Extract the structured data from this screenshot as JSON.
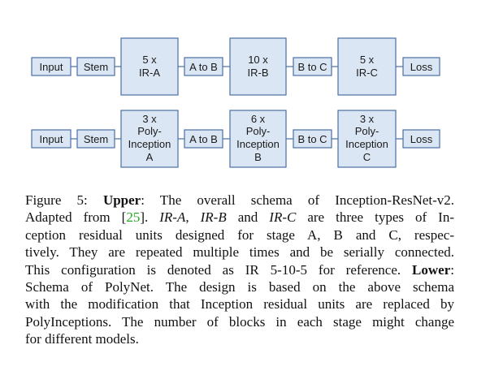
{
  "diagram": {
    "upper": {
      "input": "Input",
      "stem": "Stem",
      "stage_a": [
        "5 x",
        "IR-A"
      ],
      "a_to_b": "A to B",
      "stage_b": [
        "10 x",
        "IR-B"
      ],
      "b_to_c": "B to C",
      "stage_c": [
        "5 x",
        "IR-C"
      ],
      "loss": "Loss"
    },
    "lower": {
      "input": "Input",
      "stem": "Stem",
      "stage_a": [
        "3 x",
        "Poly-",
        "Inception",
        "A"
      ],
      "a_to_b": "A to B",
      "stage_b": [
        "6 x",
        "Poly-",
        "Inception",
        "B"
      ],
      "b_to_c": "B to C",
      "stage_c": [
        "3 x",
        "Poly-",
        "Inception",
        "C"
      ],
      "loss": "Loss"
    }
  },
  "caption": {
    "figure_label": "Figure 5:",
    "upper_label": "Upper",
    "upper_text_1": ": The overall schema of Inception-ResNet-v2.",
    "adapted": "Adapted from [",
    "citation": "25",
    "after_cite": "]. ",
    "ir_a": "IR-A",
    "comma": ", ",
    "ir_b": "IR-B",
    "and": " and ",
    "ir_c": "IR-C",
    "line2_rest": " are three types of In-",
    "line3": "ception residual units designed for stage A, B and C, respec-",
    "line4": "tively. They are repeated multiple times and be serially connected.",
    "line5_a": "This configuration is denoted as IR 5-10-5 for reference. ",
    "lower_label": "Lower",
    "line5_b": ":",
    "line6": "Schema of PolyNet.  The design is based on the above schema",
    "line7": "with the modification that Inception residual units are replaced by",
    "line8": "PolyInceptions. The number of blocks in each stage might change",
    "line9": "for different models."
  }
}
